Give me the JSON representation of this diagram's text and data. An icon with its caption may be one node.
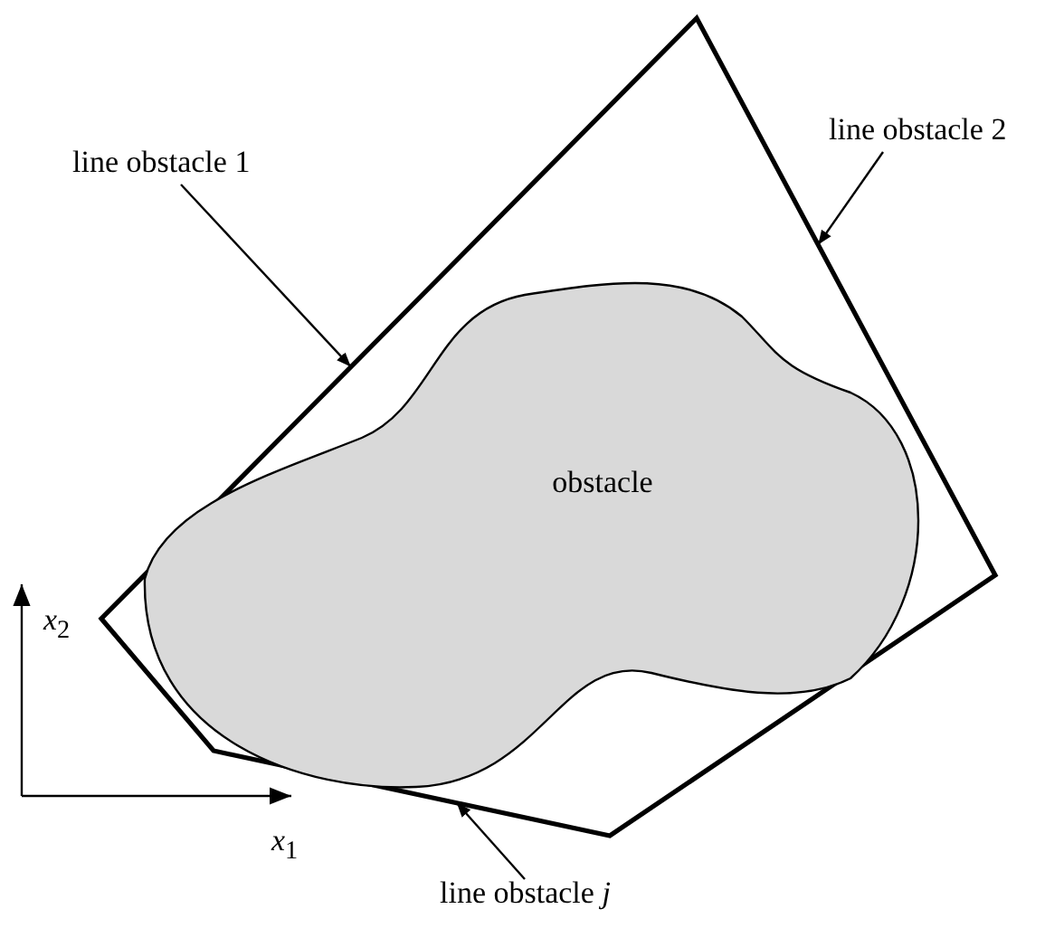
{
  "diagram": {
    "nodes": [
      {
        "text": [
          "line obstacle 1"
        ]
      },
      {
        "text": [
          "line obstacle 2"
        ]
      },
      {
        "text": [],
        "shape": "polygon"
      },
      {
        "text": [
          "obstacle"
        ],
        "in": 2
      },
      {
        "text": [
          "line obstacle *j*"
        ]
      }
    ],
    "edges": [
      {
        "from": 0,
        "to": 2,
        "arrow": "to"
      },
      {
        "from": 1,
        "to": 2,
        "arrow": "to"
      },
      {
        "from": 4,
        "to": 2,
        "arrow": "to"
      }
    ],
    "labels": [
      "*x*$_{2}$",
      "*x*$_{1}$"
    ]
  }
}
